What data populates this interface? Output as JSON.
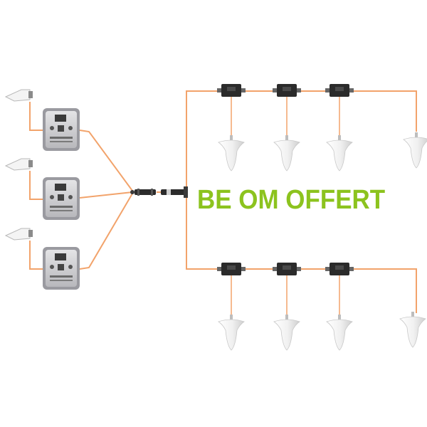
{
  "headline": {
    "text": "BE OM OFFERT",
    "color": "#8cc31e"
  },
  "colors": {
    "cable": "#f2a36b",
    "cable_dark": "#d9823f",
    "device_body": "#c9c9cc",
    "device_frame": "#9a9aa0",
    "splitter_body": "#2b2b2b",
    "antenna": "#f4f4f4"
  },
  "diagram": {
    "donor_antennas": {
      "icon": "panel-antenna-icon",
      "count": 3
    },
    "repeaters": {
      "icon": "repeater-unit-icon",
      "count": 3
    },
    "combiner": {
      "icon": "combiner-icon"
    },
    "upper_branch": {
      "splitters": 3,
      "ceiling_antennas": 4,
      "icon": "ceiling-dome-antenna-icon"
    },
    "lower_branch": {
      "splitters": 3,
      "ceiling_antennas": 4,
      "icon": "ceiling-dome-antenna-icon"
    }
  }
}
